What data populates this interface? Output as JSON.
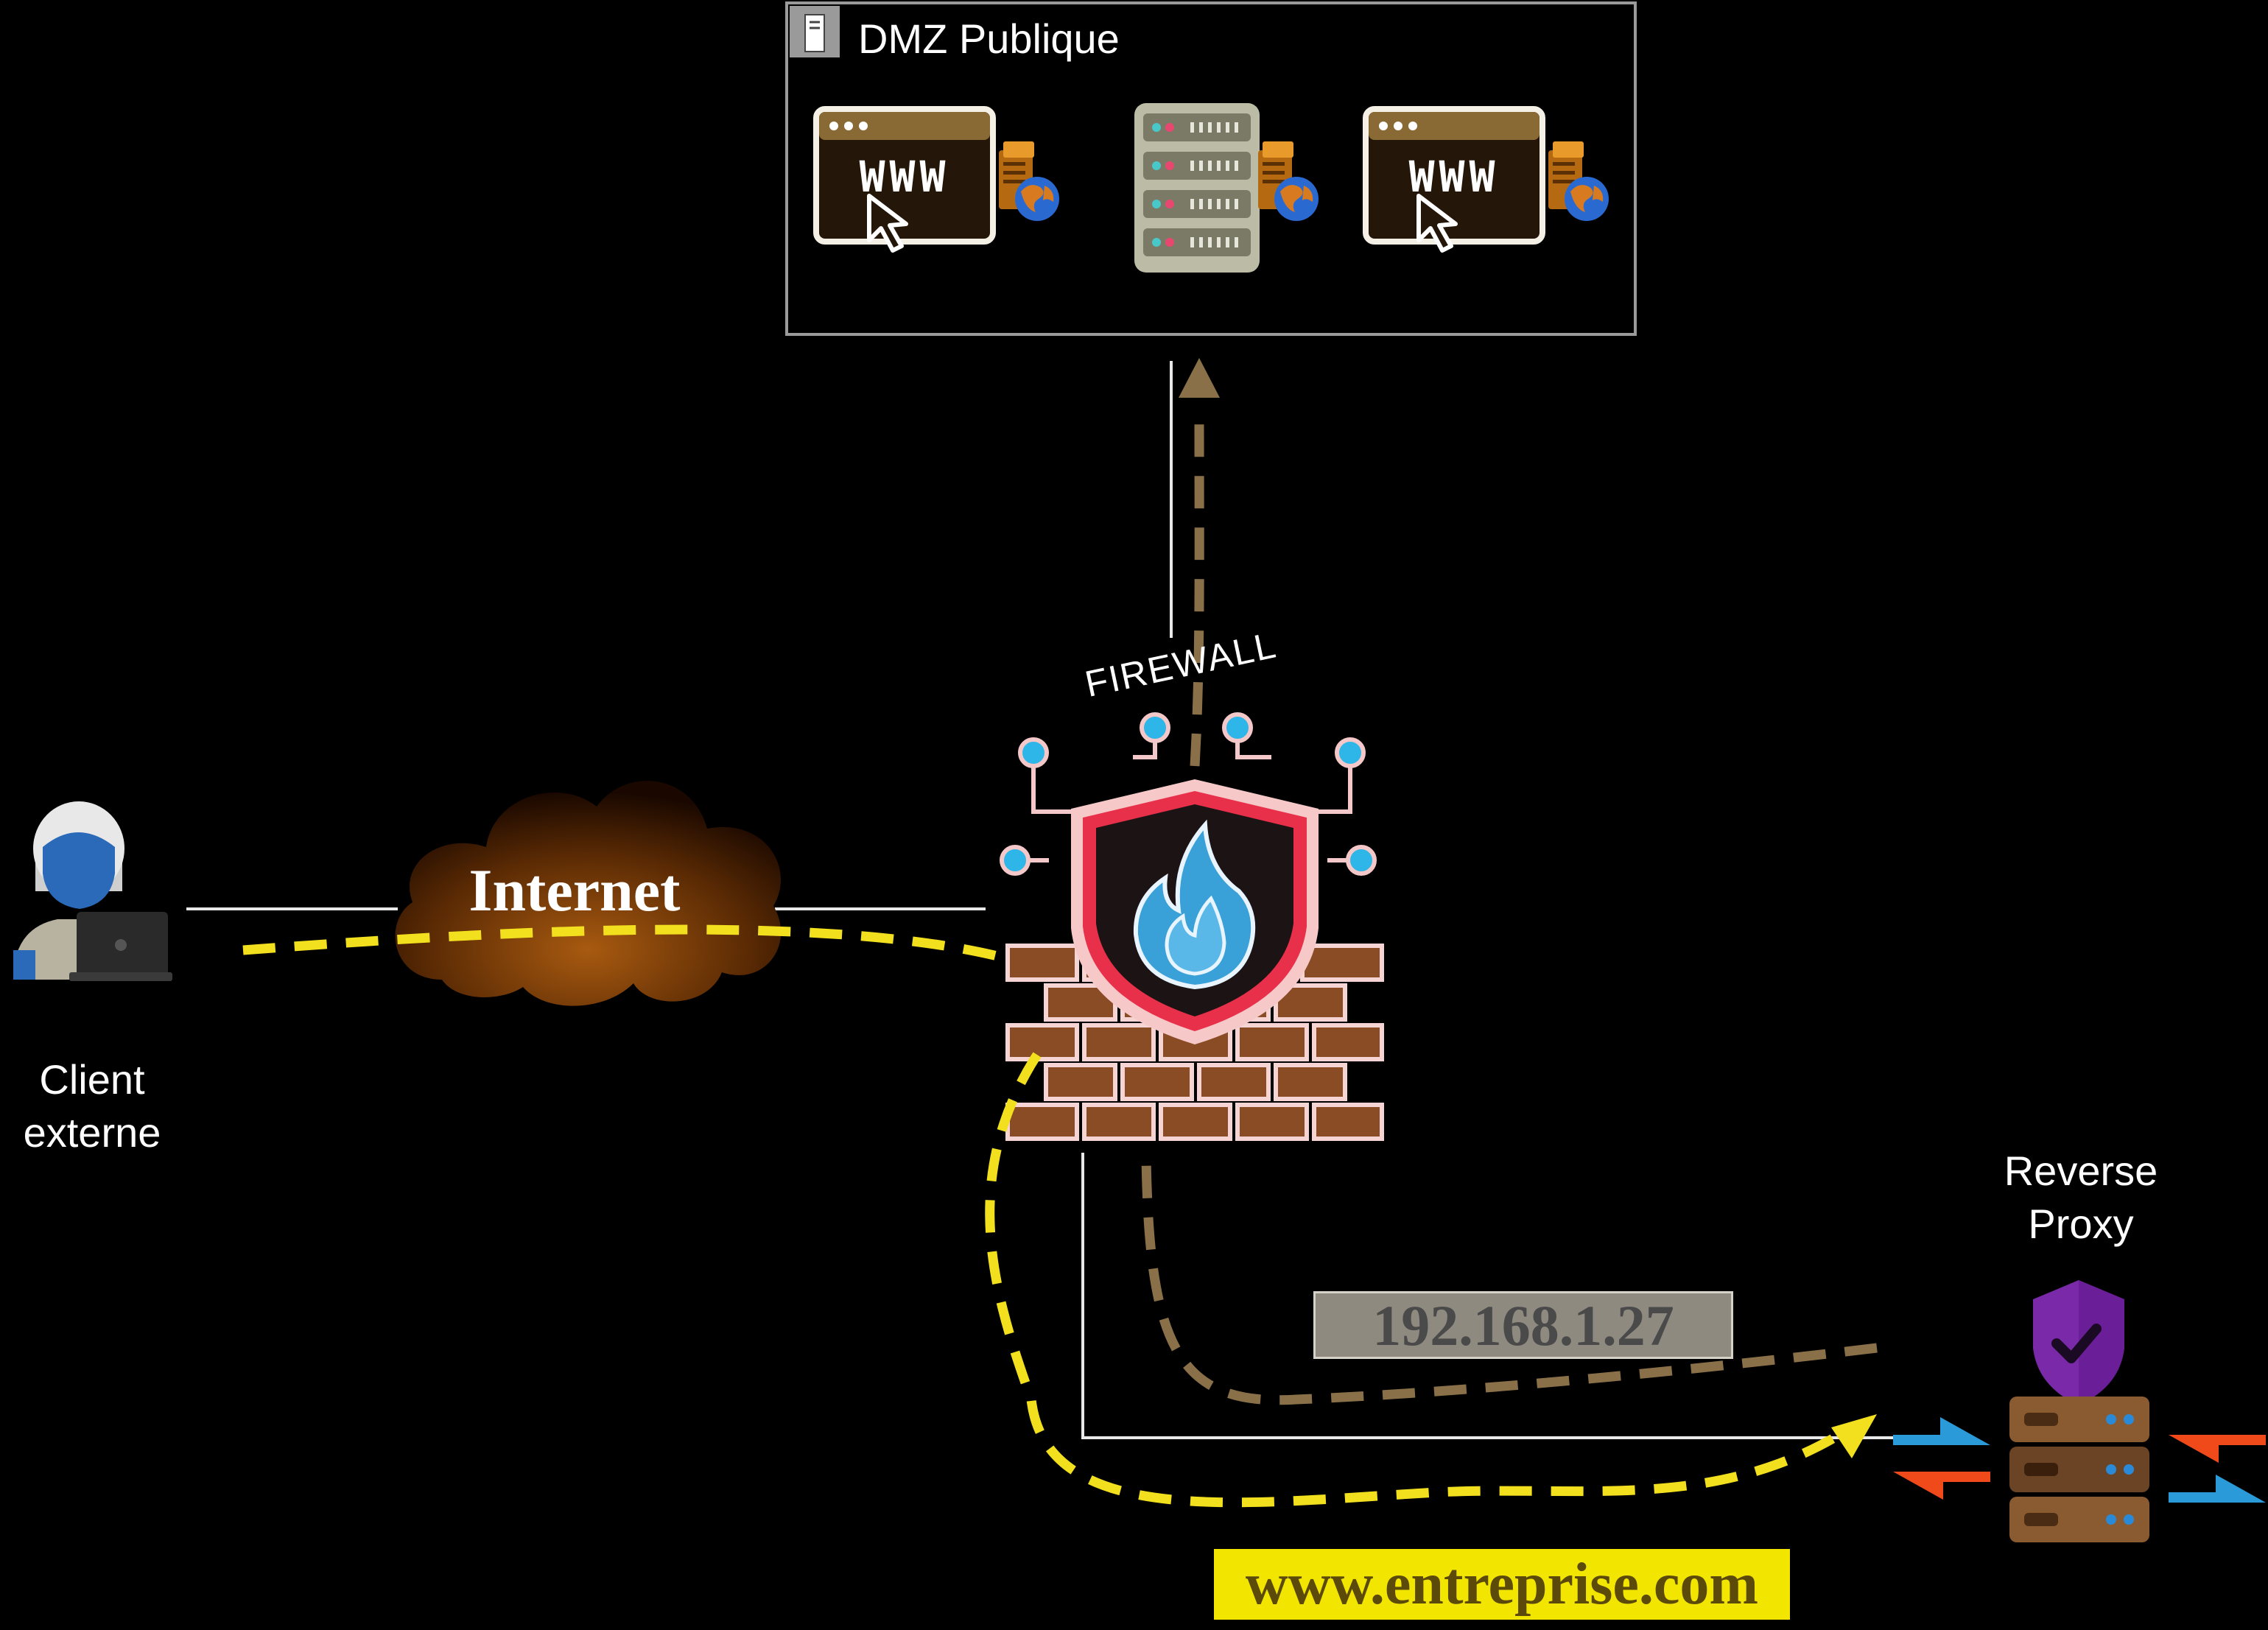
{
  "dmz": {
    "title": "DMZ Publique"
  },
  "internet": {
    "label": "Internet"
  },
  "firewall": {
    "label": "FIREWALL"
  },
  "client": {
    "label_line1": "Client",
    "label_line2": "externe"
  },
  "proxy": {
    "label_line1": "Reverse",
    "label_line2": "Proxy"
  },
  "ip_address": "192.168.1.27",
  "domain_url": "www.entreprise.com",
  "web_window": {
    "text": "WWW"
  },
  "colors": {
    "background": "#000000",
    "request_path": "#f2e01e",
    "response_path": "#8a7048",
    "cloud": "#7a3a06",
    "firewall_shield": "#e8304a",
    "firewall_flame": "#3aa0d8",
    "proxy_shield": "#7a2aa8",
    "ip_box": "#8f8a80",
    "url_box": "#f2e600"
  },
  "icons": {
    "client": "user-laptop-icon",
    "cloud": "cloud-icon",
    "firewall": "firewall-icon",
    "dmz_server": "server-rack-icon",
    "web_server": "web-browser-icon",
    "proxy": "reverse-proxy-icon"
  }
}
